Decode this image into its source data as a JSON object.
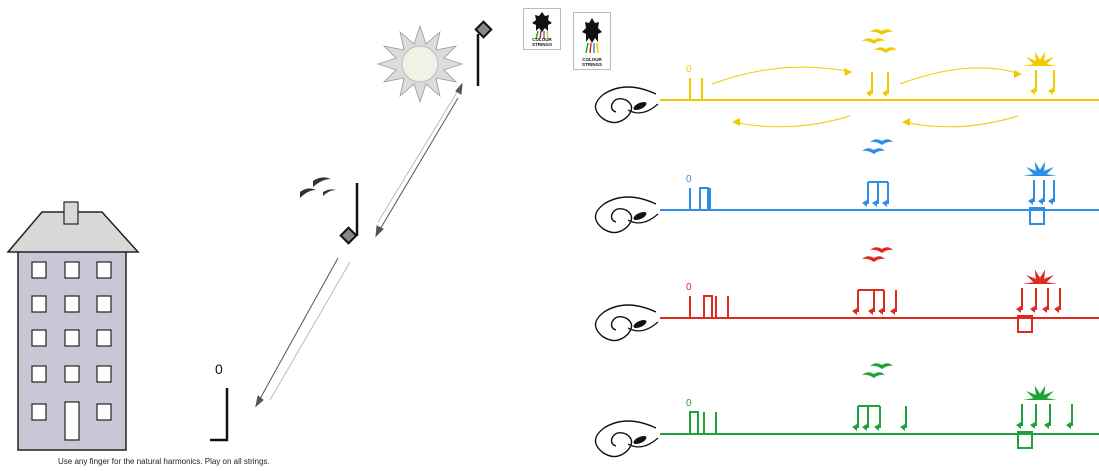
{
  "caption": "Use any finger for the natural harmonics. Play on all strings.",
  "open_string_label": "0",
  "logos": [
    {
      "name": "colour-strings-logo-1",
      "text": "COLOUR STRINGS"
    },
    {
      "name": "colour-strings-logo-2",
      "text": "COLOUR STRINGS"
    }
  ],
  "colors": {
    "yellow": "#f2c900",
    "blue": "#2e8ee6",
    "red": "#e0291e",
    "green": "#1fa23a",
    "ink": "#111111",
    "building": "#c9c7d6"
  },
  "staves": [
    {
      "name": "yellow",
      "color": "#f2c900",
      "label": "0"
    },
    {
      "name": "blue",
      "color": "#2e8ee6",
      "label": "0"
    },
    {
      "name": "red",
      "color": "#e0291e",
      "label": "0"
    },
    {
      "name": "green",
      "color": "#1fa23a",
      "label": "0"
    }
  ]
}
